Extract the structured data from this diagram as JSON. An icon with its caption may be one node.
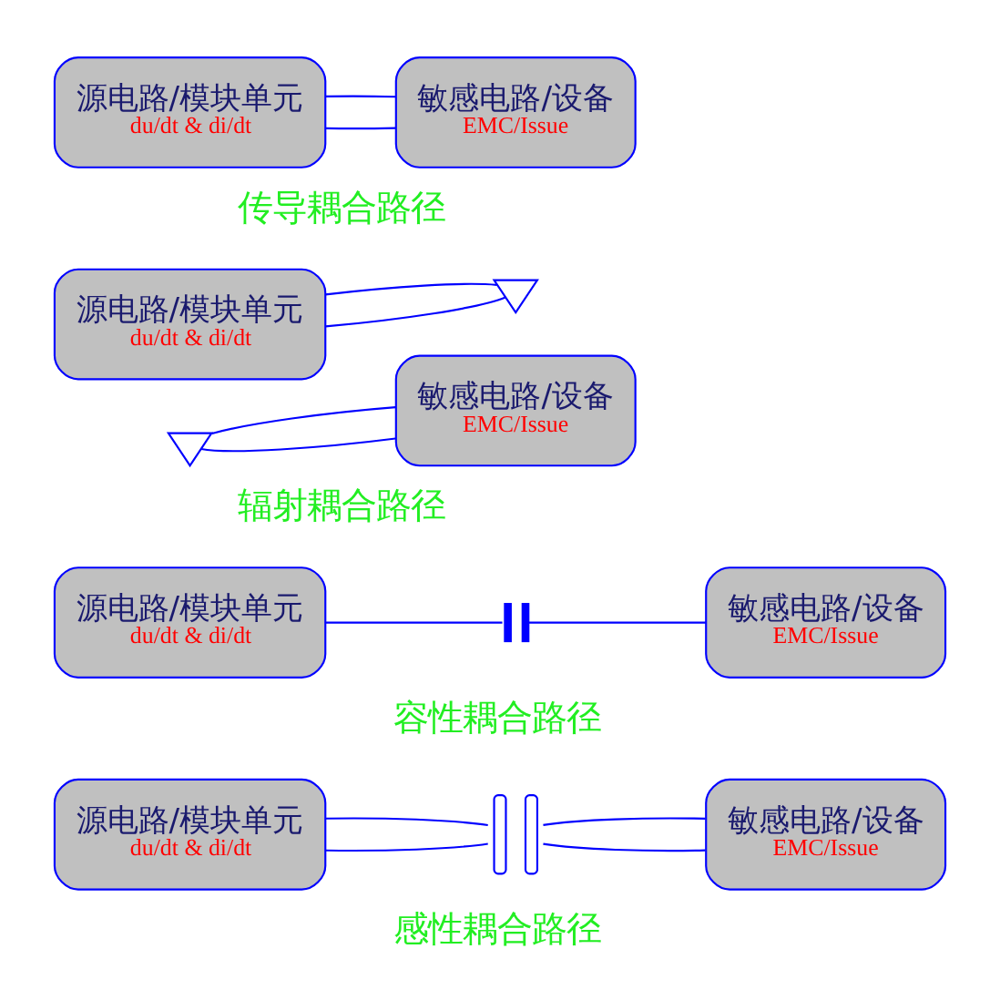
{
  "diagram": {
    "nodes": [
      {
        "text": [
          "源电路/模块单元",
          "du/dt & di/dt"
        ]
      },
      {
        "text": [],
        "shape": "transformer"
      },
      {
        "text": [
          "敏感电路/设备",
          "EMC/Issue"
        ]
      },
      {
        "text": [
          "源电路/模块单元",
          "du/dt & di/dt"
        ]
      },
      {
        "text": [],
        "shape": "capacitor"
      },
      {
        "text": [
          "敏感电路/设备",
          "EMC/Issue"
        ]
      },
      {
        "text": [
          "源电路/模块单元",
          "du/dt & di/dt"
        ]
      },
      {
        "text": [],
        "shape": "antenna"
      },
      {
        "text": [],
        "shape": "antenna"
      },
      {
        "text": [
          "敏感电路/设备",
          "EMC/Issue"
        ]
      },
      {
        "text": [
          "源电路/模块单元",
          "du/dt & di/dt"
        ]
      },
      {
        "text": [
          "敏感电路/设备",
          "EMC/Issue"
        ]
      }
    ],
    "edges": [
      {
        "from": 0,
        "to": 1,
        "arrow": "none"
      },
      {
        "from": 0,
        "to": 1,
        "arrow": "none"
      },
      {
        "from": 1,
        "to": 2,
        "arrow": "none"
      },
      {
        "from": 1,
        "to": 2,
        "arrow": "none"
      },
      {
        "from": 3,
        "to": 4,
        "arrow": "none"
      },
      {
        "from": 4,
        "to": 5,
        "arrow": "none"
      },
      {
        "from": 6,
        "to": 7,
        "arrow": "none"
      },
      {
        "from": 6,
        "to": 7,
        "arrow": "none"
      },
      {
        "from": 8,
        "to": 9,
        "arrow": "none"
      },
      {
        "from": 8,
        "to": 9,
        "arrow": "none"
      },
      {
        "from": 10,
        "to": 11,
        "arrow": "none"
      },
      {
        "from": 10,
        "to": 11,
        "arrow": "none"
      }
    ],
    "labels": [
      "感性耦合路径",
      "容性耦合路径",
      "辐射耦合路径",
      "传导耦合路径"
    ]
  }
}
